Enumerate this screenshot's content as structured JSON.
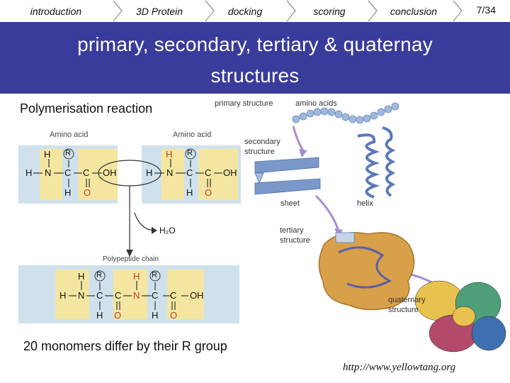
{
  "nav": {
    "tabs": [
      "introduction",
      "3D Protein",
      "docking",
      "scoring",
      "conclusion"
    ],
    "page": "7/34"
  },
  "title": {
    "line1": "primary, secondary, tertiary & quaternay",
    "line2": "structures"
  },
  "left": {
    "heading": "Polymerisation reaction",
    "amino_acid_label": "Amino acid",
    "water": "H₂O",
    "chain_label": "Polypeptide chain",
    "atoms": {
      "H": "H",
      "N": "N",
      "C": "C",
      "O": "O",
      "OH": "OH",
      "R": "R"
    },
    "footer": "20 monomers differ by their R group"
  },
  "right": {
    "primary": "primary structure",
    "amino_acids": "amino acids",
    "secondary": "secondary structure",
    "sheet": "sheet",
    "helix": "helix",
    "tertiary": "tertiary structure",
    "quaternary": "quaternary structure",
    "url": "http://www.yellowtang.org"
  },
  "colors": {
    "banner": "#3a3c9c",
    "panel": "#cfe1ec",
    "tertiary_blob": "#d9a04a",
    "quat_yellow": "#e8c14f",
    "quat_green": "#4f9f7a",
    "quat_red": "#b34a6a",
    "quat_blue": "#3f6fb0"
  }
}
